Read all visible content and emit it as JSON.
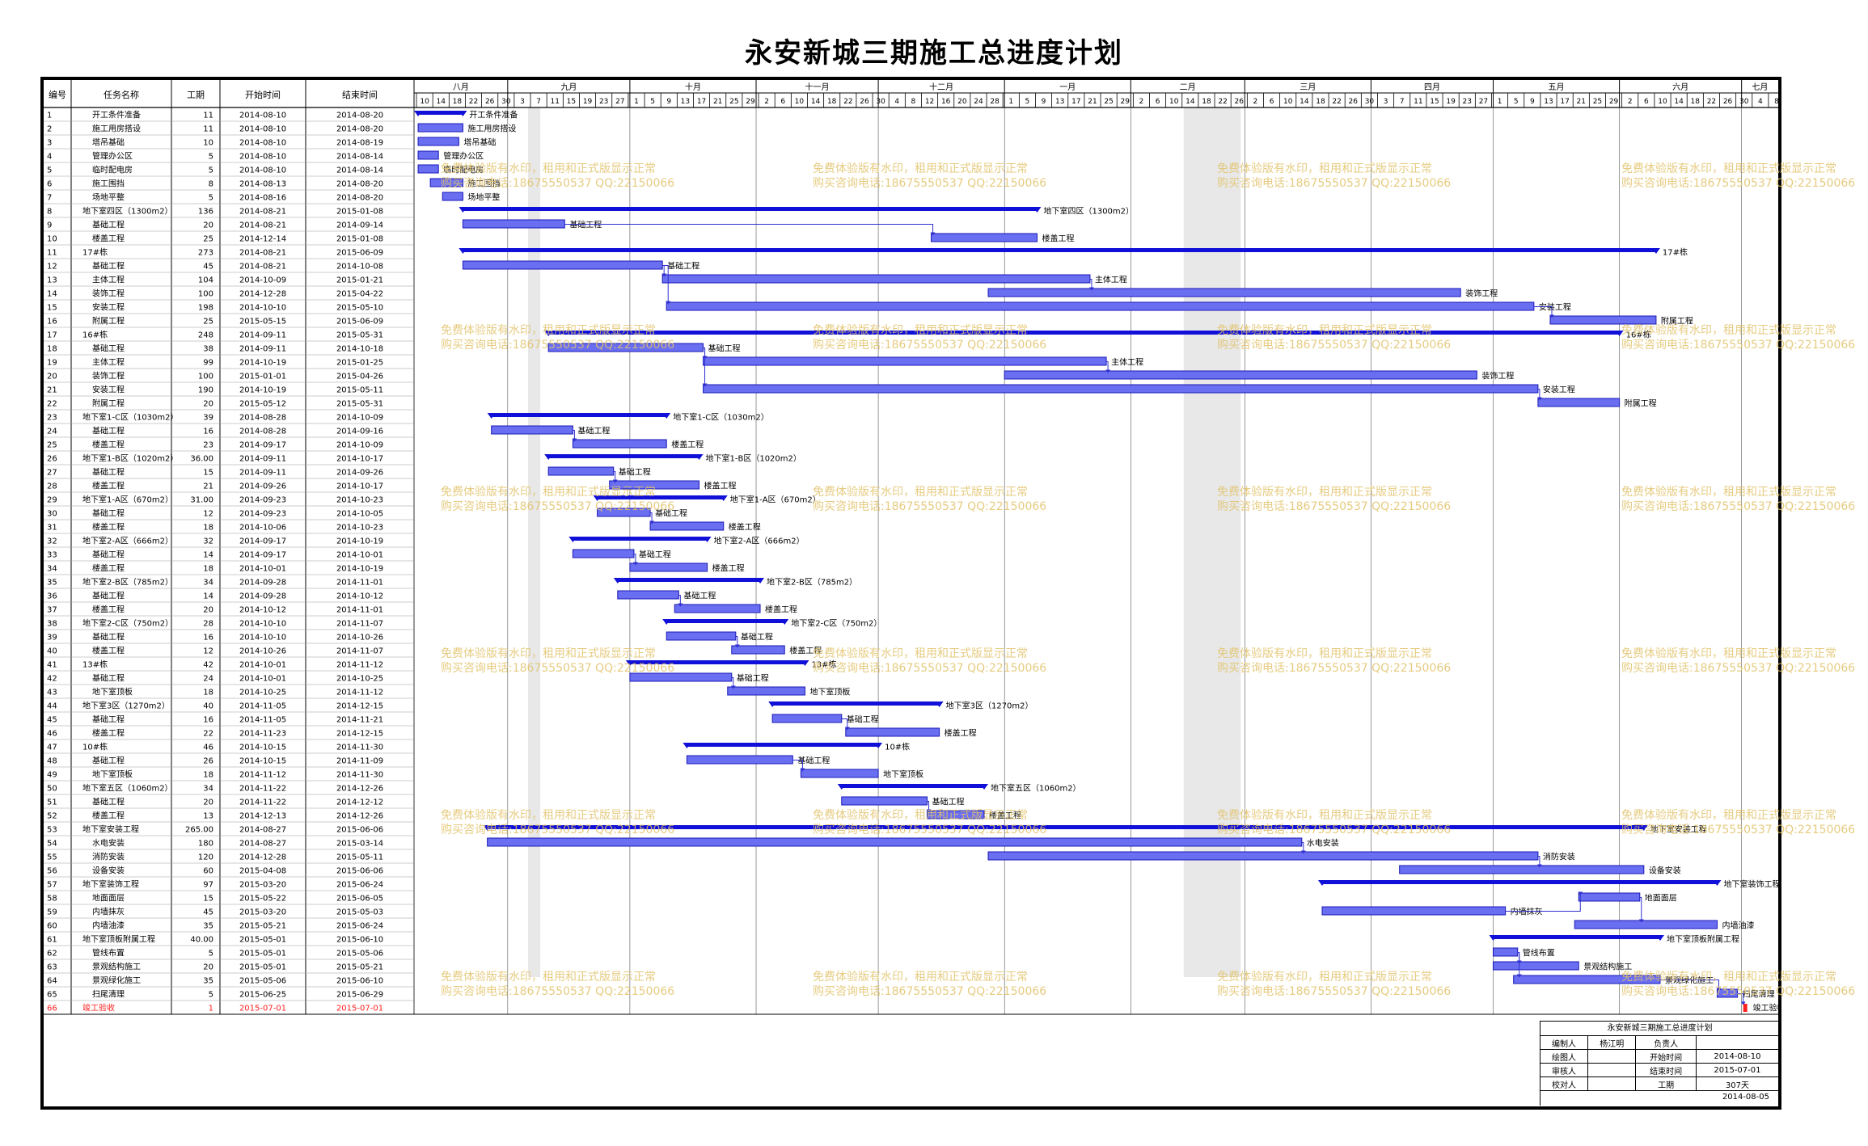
{
  "title": "永安新城三期施工总进度计划",
  "headers": {
    "id": "编号",
    "name": "任务名称",
    "duration": "工期",
    "start": "开始时间",
    "end": "结束时间"
  },
  "months": [
    {
      "label": "八月",
      "days": [
        "10",
        "14",
        "18",
        "22",
        "26",
        "30"
      ]
    },
    {
      "label": "九月",
      "days": [
        "3",
        "7",
        "11",
        "15",
        "19",
        "23",
        "27"
      ]
    },
    {
      "label": "十月",
      "days": [
        "1",
        "5",
        "9",
        "13",
        "17",
        "21",
        "25",
        "29"
      ]
    },
    {
      "label": "十一月",
      "days": [
        "2",
        "6",
        "10",
        "14",
        "18",
        "22",
        "26",
        "30"
      ]
    },
    {
      "label": "十二月",
      "days": [
        "4",
        "8",
        "12",
        "16",
        "20",
        "24",
        "28"
      ]
    },
    {
      "label": "一月",
      "days": [
        "1",
        "5",
        "9",
        "13",
        "17",
        "21",
        "25",
        "29"
      ]
    },
    {
      "label": "二月",
      "days": [
        "2",
        "6",
        "10",
        "14",
        "18",
        "22",
        "26"
      ]
    },
    {
      "label": "三月",
      "days": [
        "2",
        "6",
        "10",
        "14",
        "18",
        "22",
        "26",
        "30"
      ]
    },
    {
      "label": "四月",
      "days": [
        "3",
        "7",
        "11",
        "15",
        "19",
        "23",
        "27"
      ]
    },
    {
      "label": "五月",
      "days": [
        "1",
        "5",
        "9",
        "13",
        "17",
        "21",
        "25",
        "29"
      ]
    },
    {
      "label": "六月",
      "days": [
        "2",
        "6",
        "10",
        "14",
        "18",
        "22",
        "26",
        "30"
      ]
    },
    {
      "label": "七月",
      "days": [
        "4",
        "8"
      ]
    }
  ],
  "chart_data": {
    "type": "gantt",
    "title": "永安新城三期施工总进度计划",
    "x_range": [
      "2014-08-09",
      "2015-07-10"
    ],
    "tasks": [
      {
        "id": "1",
        "name": "开工条件准备",
        "dur": "11",
        "start": "2014-08-10",
        "end": "2014-08-20",
        "level": 1,
        "summary": true,
        "label": "开工条件准备"
      },
      {
        "id": "2",
        "name": "施工用房搭设",
        "dur": "11",
        "start": "2014-08-10",
        "end": "2014-08-20",
        "level": 1,
        "summary": false,
        "label": "施工用房搭设"
      },
      {
        "id": "3",
        "name": "塔吊基础",
        "dur": "10",
        "start": "2014-08-10",
        "end": "2014-08-19",
        "level": 1,
        "summary": false,
        "label": "塔吊基础"
      },
      {
        "id": "4",
        "name": "管理办公区",
        "dur": "5",
        "start": "2014-08-10",
        "end": "2014-08-14",
        "level": 1,
        "summary": false,
        "label": "管理办公区"
      },
      {
        "id": "5",
        "name": "临时配电房",
        "dur": "5",
        "start": "2014-08-10",
        "end": "2014-08-14",
        "level": 1,
        "summary": false,
        "label": "临时配电房"
      },
      {
        "id": "6",
        "name": "施工围挡",
        "dur": "8",
        "start": "2014-08-13",
        "end": "2014-08-20",
        "level": 1,
        "summary": false,
        "label": "施工围挡"
      },
      {
        "id": "7",
        "name": "场地平整",
        "dur": "5",
        "start": "2014-08-16",
        "end": "2014-08-20",
        "level": 1,
        "summary": false,
        "label": "场地平整"
      },
      {
        "id": "8",
        "name": "地下室四区（1300m2）",
        "dur": "136",
        "start": "2014-08-21",
        "end": "2015-01-08",
        "level": 0,
        "summary": true,
        "label": "地下室四区（1300m2）"
      },
      {
        "id": "9",
        "name": "基础工程",
        "dur": "20",
        "start": "2014-08-21",
        "end": "2014-09-14",
        "level": 1,
        "summary": false,
        "label": "基础工程"
      },
      {
        "id": "10",
        "name": "楼盖工程",
        "dur": "25",
        "start": "2014-12-14",
        "end": "2015-01-08",
        "level": 1,
        "summary": false,
        "label": "楼盖工程"
      },
      {
        "id": "11",
        "name": "17#栋",
        "dur": "273",
        "start": "2014-08-21",
        "end": "2015-06-09",
        "level": 0,
        "summary": true,
        "label": "17#栋"
      },
      {
        "id": "12",
        "name": "基础工程",
        "dur": "45",
        "start": "2014-08-21",
        "end": "2014-10-08",
        "level": 1,
        "summary": false,
        "label": "基础工程"
      },
      {
        "id": "13",
        "name": "主体工程",
        "dur": "104",
        "start": "2014-10-09",
        "end": "2015-01-21",
        "level": 1,
        "summary": false,
        "label": "主体工程"
      },
      {
        "id": "14",
        "name": "装饰工程",
        "dur": "100",
        "start": "2014-12-28",
        "end": "2015-04-22",
        "level": 1,
        "summary": false,
        "label": "装饰工程"
      },
      {
        "id": "15",
        "name": "安装工程",
        "dur": "198",
        "start": "2014-10-10",
        "end": "2015-05-10",
        "level": 1,
        "summary": false,
        "label": "安装工程"
      },
      {
        "id": "16",
        "name": "附属工程",
        "dur": "25",
        "start": "2015-05-15",
        "end": "2015-06-09",
        "level": 1,
        "summary": false,
        "label": "附属工程"
      },
      {
        "id": "17",
        "name": "16#栋",
        "dur": "248",
        "start": "2014-09-11",
        "end": "2015-05-31",
        "level": 0,
        "summary": true,
        "label": "16#栋"
      },
      {
        "id": "18",
        "name": "基础工程",
        "dur": "38",
        "start": "2014-09-11",
        "end": "2014-10-18",
        "level": 1,
        "summary": false,
        "label": "基础工程"
      },
      {
        "id": "19",
        "name": "主体工程",
        "dur": "99",
        "start": "2014-10-19",
        "end": "2015-01-25",
        "level": 1,
        "summary": false,
        "label": "主体工程"
      },
      {
        "id": "20",
        "name": "装饰工程",
        "dur": "100",
        "start": "2015-01-01",
        "end": "2015-04-26",
        "level": 1,
        "summary": false,
        "label": "装饰工程"
      },
      {
        "id": "21",
        "name": "安装工程",
        "dur": "190",
        "start": "2014-10-19",
        "end": "2015-05-11",
        "level": 1,
        "summary": false,
        "label": "安装工程"
      },
      {
        "id": "22",
        "name": "附属工程",
        "dur": "20",
        "start": "2015-05-12",
        "end": "2015-05-31",
        "level": 1,
        "summary": false,
        "label": "附属工程"
      },
      {
        "id": "23",
        "name": "地下室1-C区（1030m2）",
        "dur": "39",
        "start": "2014-08-28",
        "end": "2014-10-09",
        "level": 0,
        "summary": true,
        "label": "地下室1-C区（1030m2）"
      },
      {
        "id": "24",
        "name": "基础工程",
        "dur": "16",
        "start": "2014-08-28",
        "end": "2014-09-16",
        "level": 1,
        "summary": false,
        "label": "基础工程"
      },
      {
        "id": "25",
        "name": "楼盖工程",
        "dur": "23",
        "start": "2014-09-17",
        "end": "2014-10-09",
        "level": 1,
        "summary": false,
        "label": "楼盖工程"
      },
      {
        "id": "26",
        "name": "地下室1-B区（1020m2）",
        "dur": "36.00",
        "start": "2014-09-11",
        "end": "2014-10-17",
        "level": 0,
        "summary": true,
        "label": "地下室1-B区（1020m2）"
      },
      {
        "id": "27",
        "name": "基础工程",
        "dur": "15",
        "start": "2014-09-11",
        "end": "2014-09-26",
        "level": 1,
        "summary": false,
        "label": "基础工程"
      },
      {
        "id": "28",
        "name": "楼盖工程",
        "dur": "21",
        "start": "2014-09-26",
        "end": "2014-10-17",
        "level": 1,
        "summary": false,
        "label": "楼盖工程"
      },
      {
        "id": "29",
        "name": "地下室1-A区（670m2）",
        "dur": "31.00",
        "start": "2014-09-23",
        "end": "2014-10-23",
        "level": 0,
        "summary": true,
        "label": "地下室1-A区（670m2）"
      },
      {
        "id": "30",
        "name": "基础工程",
        "dur": "12",
        "start": "2014-09-23",
        "end": "2014-10-05",
        "level": 1,
        "summary": false,
        "label": "基础工程"
      },
      {
        "id": "31",
        "name": "楼盖工程",
        "dur": "18",
        "start": "2014-10-06",
        "end": "2014-10-23",
        "level": 1,
        "summary": false,
        "label": "楼盖工程"
      },
      {
        "id": "32",
        "name": "地下室2-A区（666m2）",
        "dur": "32",
        "start": "2014-09-17",
        "end": "2014-10-19",
        "level": 0,
        "summary": true,
        "label": "地下室2-A区（666m2）"
      },
      {
        "id": "33",
        "name": "基础工程",
        "dur": "14",
        "start": "2014-09-17",
        "end": "2014-10-01",
        "level": 1,
        "summary": false,
        "label": "基础工程"
      },
      {
        "id": "34",
        "name": "楼盖工程",
        "dur": "18",
        "start": "2014-10-01",
        "end": "2014-10-19",
        "level": 1,
        "summary": false,
        "label": "楼盖工程"
      },
      {
        "id": "35",
        "name": "地下室2-B区（785m2）",
        "dur": "34",
        "start": "2014-09-28",
        "end": "2014-11-01",
        "level": 0,
        "summary": true,
        "label": "地下室2-B区（785m2）"
      },
      {
        "id": "36",
        "name": "基础工程",
        "dur": "14",
        "start": "2014-09-28",
        "end": "2014-10-12",
        "level": 1,
        "summary": false,
        "label": "基础工程"
      },
      {
        "id": "37",
        "name": "楼盖工程",
        "dur": "20",
        "start": "2014-10-12",
        "end": "2014-11-01",
        "level": 1,
        "summary": false,
        "label": "楼盖工程"
      },
      {
        "id": "38",
        "name": "地下室2-C区（750m2）",
        "dur": "28",
        "start": "2014-10-10",
        "end": "2014-11-07",
        "level": 0,
        "summary": true,
        "label": "地下室2-C区（750m2）"
      },
      {
        "id": "39",
        "name": "基础工程",
        "dur": "16",
        "start": "2014-10-10",
        "end": "2014-10-26",
        "level": 1,
        "summary": false,
        "label": "基础工程"
      },
      {
        "id": "40",
        "name": "楼盖工程",
        "dur": "12",
        "start": "2014-10-26",
        "end": "2014-11-07",
        "level": 1,
        "summary": false,
        "label": "楼盖工程"
      },
      {
        "id": "41",
        "name": "13#栋",
        "dur": "42",
        "start": "2014-10-01",
        "end": "2014-11-12",
        "level": 0,
        "summary": true,
        "label": "13#栋"
      },
      {
        "id": "42",
        "name": "基础工程",
        "dur": "24",
        "start": "2014-10-01",
        "end": "2014-10-25",
        "level": 1,
        "summary": false,
        "label": "基础工程"
      },
      {
        "id": "43",
        "name": "地下室顶板",
        "dur": "18",
        "start": "2014-10-25",
        "end": "2014-11-12",
        "level": 1,
        "summary": false,
        "label": "地下室顶板"
      },
      {
        "id": "44",
        "name": "地下室3区（1270m2）",
        "dur": "40",
        "start": "2014-11-05",
        "end": "2014-12-15",
        "level": 0,
        "summary": true,
        "label": "地下室3区（1270m2）"
      },
      {
        "id": "45",
        "name": "基础工程",
        "dur": "16",
        "start": "2014-11-05",
        "end": "2014-11-21",
        "level": 1,
        "summary": false,
        "label": "基础工程"
      },
      {
        "id": "46",
        "name": "楼盖工程",
        "dur": "22",
        "start": "2014-11-23",
        "end": "2014-12-15",
        "level": 1,
        "summary": false,
        "label": "楼盖工程"
      },
      {
        "id": "47",
        "name": "10#栋",
        "dur": "46",
        "start": "2014-10-15",
        "end": "2014-11-30",
        "level": 0,
        "summary": true,
        "label": "10#栋"
      },
      {
        "id": "48",
        "name": "基础工程",
        "dur": "26",
        "start": "2014-10-15",
        "end": "2014-11-09",
        "level": 1,
        "summary": false,
        "label": "基础工程"
      },
      {
        "id": "49",
        "name": "地下室顶板",
        "dur": "18",
        "start": "2014-11-12",
        "end": "2014-11-30",
        "level": 1,
        "summary": false,
        "label": "地下室顶板"
      },
      {
        "id": "50",
        "name": "地下室五区（1060m2）",
        "dur": "34",
        "start": "2014-11-22",
        "end": "2014-12-26",
        "level": 0,
        "summary": true,
        "label": "地下室五区（1060m2）"
      },
      {
        "id": "51",
        "name": "基础工程",
        "dur": "20",
        "start": "2014-11-22",
        "end": "2014-12-12",
        "level": 1,
        "summary": false,
        "label": "基础工程"
      },
      {
        "id": "52",
        "name": "楼盖工程",
        "dur": "13",
        "start": "2014-12-13",
        "end": "2014-12-26",
        "level": 1,
        "summary": false,
        "label": "楼盖工程"
      },
      {
        "id": "53",
        "name": "地下室安装工程",
        "dur": "265.00",
        "start": "2014-08-27",
        "end": "2015-06-06",
        "level": 0,
        "summary": true,
        "label": "地下室安装工程"
      },
      {
        "id": "54",
        "name": "水电安装",
        "dur": "180",
        "start": "2014-08-27",
        "end": "2015-03-14",
        "level": 1,
        "summary": false,
        "label": "水电安装"
      },
      {
        "id": "55",
        "name": "消防安装",
        "dur": "120",
        "start": "2014-12-28",
        "end": "2015-05-11",
        "level": 1,
        "summary": false,
        "label": "消防安装"
      },
      {
        "id": "56",
        "name": "设备安装",
        "dur": "60",
        "start": "2015-04-08",
        "end": "2015-06-06",
        "level": 1,
        "summary": false,
        "label": "设备安装"
      },
      {
        "id": "57",
        "name": "地下室装饰工程",
        "dur": "97",
        "start": "2015-03-20",
        "end": "2015-06-24",
        "level": 0,
        "summary": true,
        "label": "地下室装饰工程"
      },
      {
        "id": "58",
        "name": "地面面层",
        "dur": "15",
        "start": "2015-05-22",
        "end": "2015-06-05",
        "level": 1,
        "summary": false,
        "label": "地面面层"
      },
      {
        "id": "59",
        "name": "内墙抹灰",
        "dur": "45",
        "start": "2015-03-20",
        "end": "2015-05-03",
        "level": 1,
        "summary": false,
        "label": "内墙抹灰"
      },
      {
        "id": "60",
        "name": "内墙油漆",
        "dur": "35",
        "start": "2015-05-21",
        "end": "2015-06-24",
        "level": 1,
        "summary": false,
        "label": "内墙油漆"
      },
      {
        "id": "61",
        "name": "地下室顶板附属工程",
        "dur": "40.00",
        "start": "2015-05-01",
        "end": "2015-06-10",
        "level": 0,
        "summary": true,
        "label": "地下室顶板附属工程"
      },
      {
        "id": "62",
        "name": "管线布置",
        "dur": "5",
        "start": "2015-05-01",
        "end": "2015-05-06",
        "level": 1,
        "summary": false,
        "label": "管线布置"
      },
      {
        "id": "63",
        "name": "景观结构施工",
        "dur": "20",
        "start": "2015-05-01",
        "end": "2015-05-21",
        "level": 1,
        "summary": false,
        "label": "景观结构施工"
      },
      {
        "id": "64",
        "name": "景观绿化施工",
        "dur": "35",
        "start": "2015-05-06",
        "end": "2015-06-10",
        "level": 1,
        "summary": false,
        "label": "景观绿化施工"
      },
      {
        "id": "65",
        "name": "扫尾清理",
        "dur": "5",
        "start": "2015-06-25",
        "end": "2015-06-29",
        "level": 1,
        "summary": false,
        "label": "扫尾清理"
      },
      {
        "id": "66",
        "name": "竣工验收",
        "dur": "1",
        "start": "2015-07-01",
        "end": "2015-07-01",
        "level": 0,
        "summary": false,
        "milestone": true,
        "label": "竣工验收"
      }
    ]
  },
  "info": {
    "title": "永安新城三期施工总进度计划",
    "rows": [
      [
        "编制人",
        "杨江明",
        "负责人",
        ""
      ],
      [
        "绘图人",
        "",
        "开始时间",
        "2014-08-10"
      ],
      [
        "审核人",
        "",
        "结束时间",
        "2015-07-01"
      ],
      [
        "校对人",
        "",
        "工期",
        "307天"
      ]
    ],
    "date": "2014-08-05"
  },
  "watermark": [
    "免费体验版有水印，租用和正式版显示正常",
    "购买咨询电话:18675550537 QQ:22150066"
  ],
  "colors": {
    "bar": "#6a6ef0",
    "bar_border": "#1a1ab8",
    "summary": "#1010d8",
    "link": "#3030d0",
    "milestone": "#ff2020",
    "weekend": "#dedede"
  }
}
